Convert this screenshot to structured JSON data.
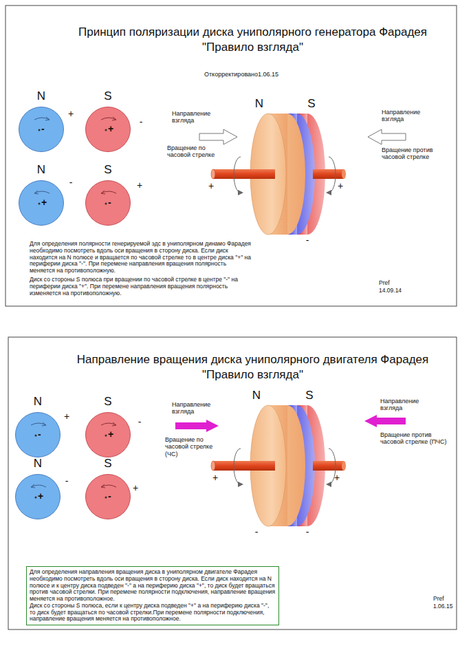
{
  "diagram": {
    "title": "Принцип поляризации диска униполярного генератора Фарадея \"Правило взгляда\"",
    "nodes": [
      {
        "text": [
          "N",
          "-"
        ]
      },
      {
        "text": [
          "S",
          "+"
        ]
      },
      {
        "text": [
          "N",
          "+"
        ]
      },
      {
        "text": [
          "S",
          "-"
        ]
      },
      {
        "text": [
          "N",
          "-"
        ]
      },
      {
        "text": [
          "S",
          "+"
        ]
      },
      {
        "text": [
          "N",
          "+"
        ]
      },
      {
        "text": [
          "S",
          "-"
        ]
      },
      {
        "text": [
          "Для определения направления вращения диска в униполярном двигателе Фарадея необходимо посмотреть вдоль оси вращения в сторону диска. Если диск находится на N полюсе и к центру диска подведен \"-\" а на периферию диска \"+\", то диск будет вращаться против часовой стрелки. При перемене полярности подключения, направление вращения меняется на противоположное.",
          "Диск со стороны S полюса, если к центру диска подведен \"+\" а на периферию диска \"-\", то диск будет вращаться по часовой стрелки.При перемене полярности подключения, направление вращения меняется на противоположное."
        ]
      }
    ],
    "labels": [
      "Откорректировано1.06.15",
      "+",
      "-",
      "-",
      "+",
      "N",
      "S",
      "Направление взгляда",
      "Вращение по часовой стрелке",
      "Направление взгляда",
      "Вращение против часовой стрелке",
      "+",
      "+",
      "-",
      "Для определения полярности генерируемой эдс в униполярном динамо Фарадея необходимо посмотреть вдоль оси вращения в сторону диска. Если диск находится на N полюсе и вращается по часовой стрелке то в центре диска \"+\" на периферии диска \"-\". При перемене направления вращения полярность меняется на противоположную.",
      "Диск со стороны S полюса при вращении по часовой стрелке в центре \"-\" на периферии диска \"+\". При перемене направления вращения полярность изменяется на противоположную.",
      "Pref",
      "14.09.14",
      "Направление вращения диска униполярного двигателя Фарадея \"Правило взгляда\"",
      "+",
      "-",
      "-",
      "+",
      "N",
      "S",
      "Направление взгляда",
      "Вращение по часовой стрелке (ЧС)",
      "Направление взгляда",
      "Вращение против часовой стрелке (ПЧС)",
      "+",
      "+",
      "-",
      "-",
      "Pref",
      "1.06.15"
    ]
  }
}
